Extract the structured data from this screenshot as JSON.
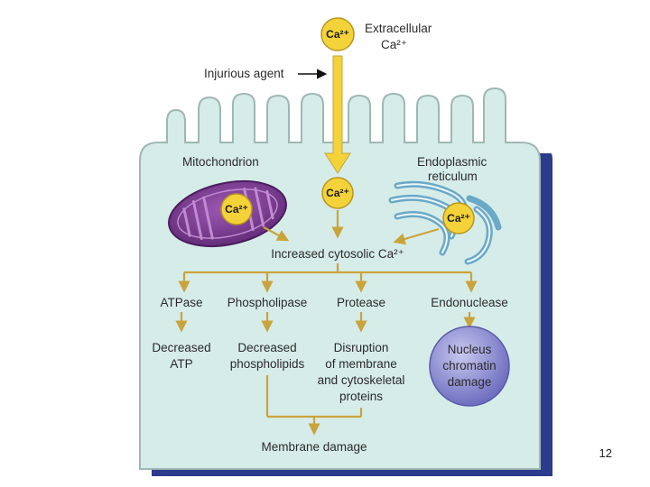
{
  "calcium_label": "Ca²⁺",
  "extracellular": {
    "line1": "Extracellular",
    "line2": "Ca²⁺"
  },
  "injurious_agent": "Injurious agent",
  "mitochondrion": "Mitochondrion",
  "er": {
    "line1": "Endoplasmic",
    "line2": "reticulum"
  },
  "cytosolic": "Increased cytosolic Ca²⁺",
  "enzymes": [
    "ATPase",
    "Phospholipase",
    "Protease",
    "Endonuclease"
  ],
  "effects": {
    "atp": [
      "Decreased",
      "ATP"
    ],
    "phospholipids": [
      "Decreased",
      "phospholipids"
    ],
    "proteins": [
      "Disruption",
      "of membrane",
      "and cytoskeletal",
      "proteins"
    ],
    "nucleus": [
      "Nucleus",
      "chromatin",
      "damage"
    ]
  },
  "membrane_damage": "Membrane damage",
  "page_number": "12",
  "colors": {
    "cell_fill": "#d6ece8",
    "cell_shadow": "#2d3b8c",
    "calcium": "#f3d23a",
    "arrow": "#d7b95a",
    "mitochondrion": "#7a3a8c",
    "er": "#6aa9c7",
    "nucleus": "#8f8fd2"
  }
}
